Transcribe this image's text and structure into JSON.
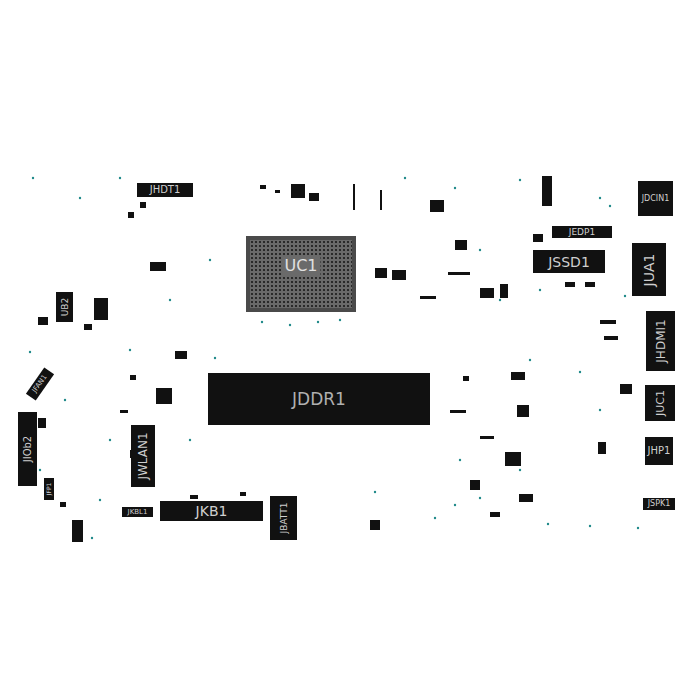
{
  "diagram": {
    "nodes": [
      {
        "text": [
          "JHDT1"
        ]
      },
      {
        "text": [
          "UC1"
        ]
      },
      {
        "text": [
          "JEDP1"
        ]
      },
      {
        "text": [
          "JSSD1"
        ]
      },
      {
        "text": [
          "JDCIN1"
        ]
      },
      {
        "text": [
          "JUA1"
        ]
      },
      {
        "text": [
          "UB2"
        ]
      },
      {
        "text": [
          "JHDMI1"
        ]
      },
      {
        "text": [
          "JFAN1"
        ]
      },
      {
        "text": [
          "JDDR1"
        ]
      },
      {
        "text": [
          "JUC1"
        ]
      },
      {
        "text": [
          "JIOb2"
        ]
      },
      {
        "text": [
          "JWLAN1"
        ]
      },
      {
        "text": [
          "JHP1"
        ]
      },
      {
        "text": [
          "JFP1"
        ]
      },
      {
        "text": [
          "JSPK1"
        ]
      },
      {
        "text": [
          "JKB1"
        ]
      },
      {
        "text": [
          "JKBL1"
        ]
      },
      {
        "text": [
          "JBATT1"
        ]
      }
    ]
  }
}
